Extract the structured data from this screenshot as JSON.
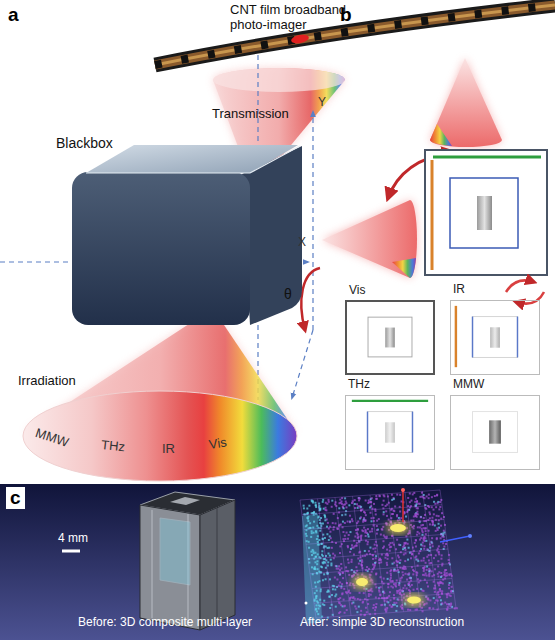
{
  "diagram": {
    "nodes": [
      {
        "text": [
          "CNT film broadband photo-imager"
        ]
      },
      {
        "text": [
          "Blackbox"
        ]
      },
      {
        "text": [
          "MMW",
          "THz",
          "IR",
          "Vis"
        ]
      },
      {
        "text": [
          "Vis"
        ]
      },
      {
        "text": [
          "IR"
        ]
      },
      {
        "text": [
          "THz"
        ]
      },
      {
        "text": [
          "MMW"
        ]
      }
    ],
    "labels": [
      "a",
      "Transmission",
      "Y",
      "X",
      "θ",
      "Irradiation",
      "b",
      "c",
      "4 mm",
      "Before: 3D composite multi-layer",
      "After: simple 3D reconstruction"
    ]
  }
}
